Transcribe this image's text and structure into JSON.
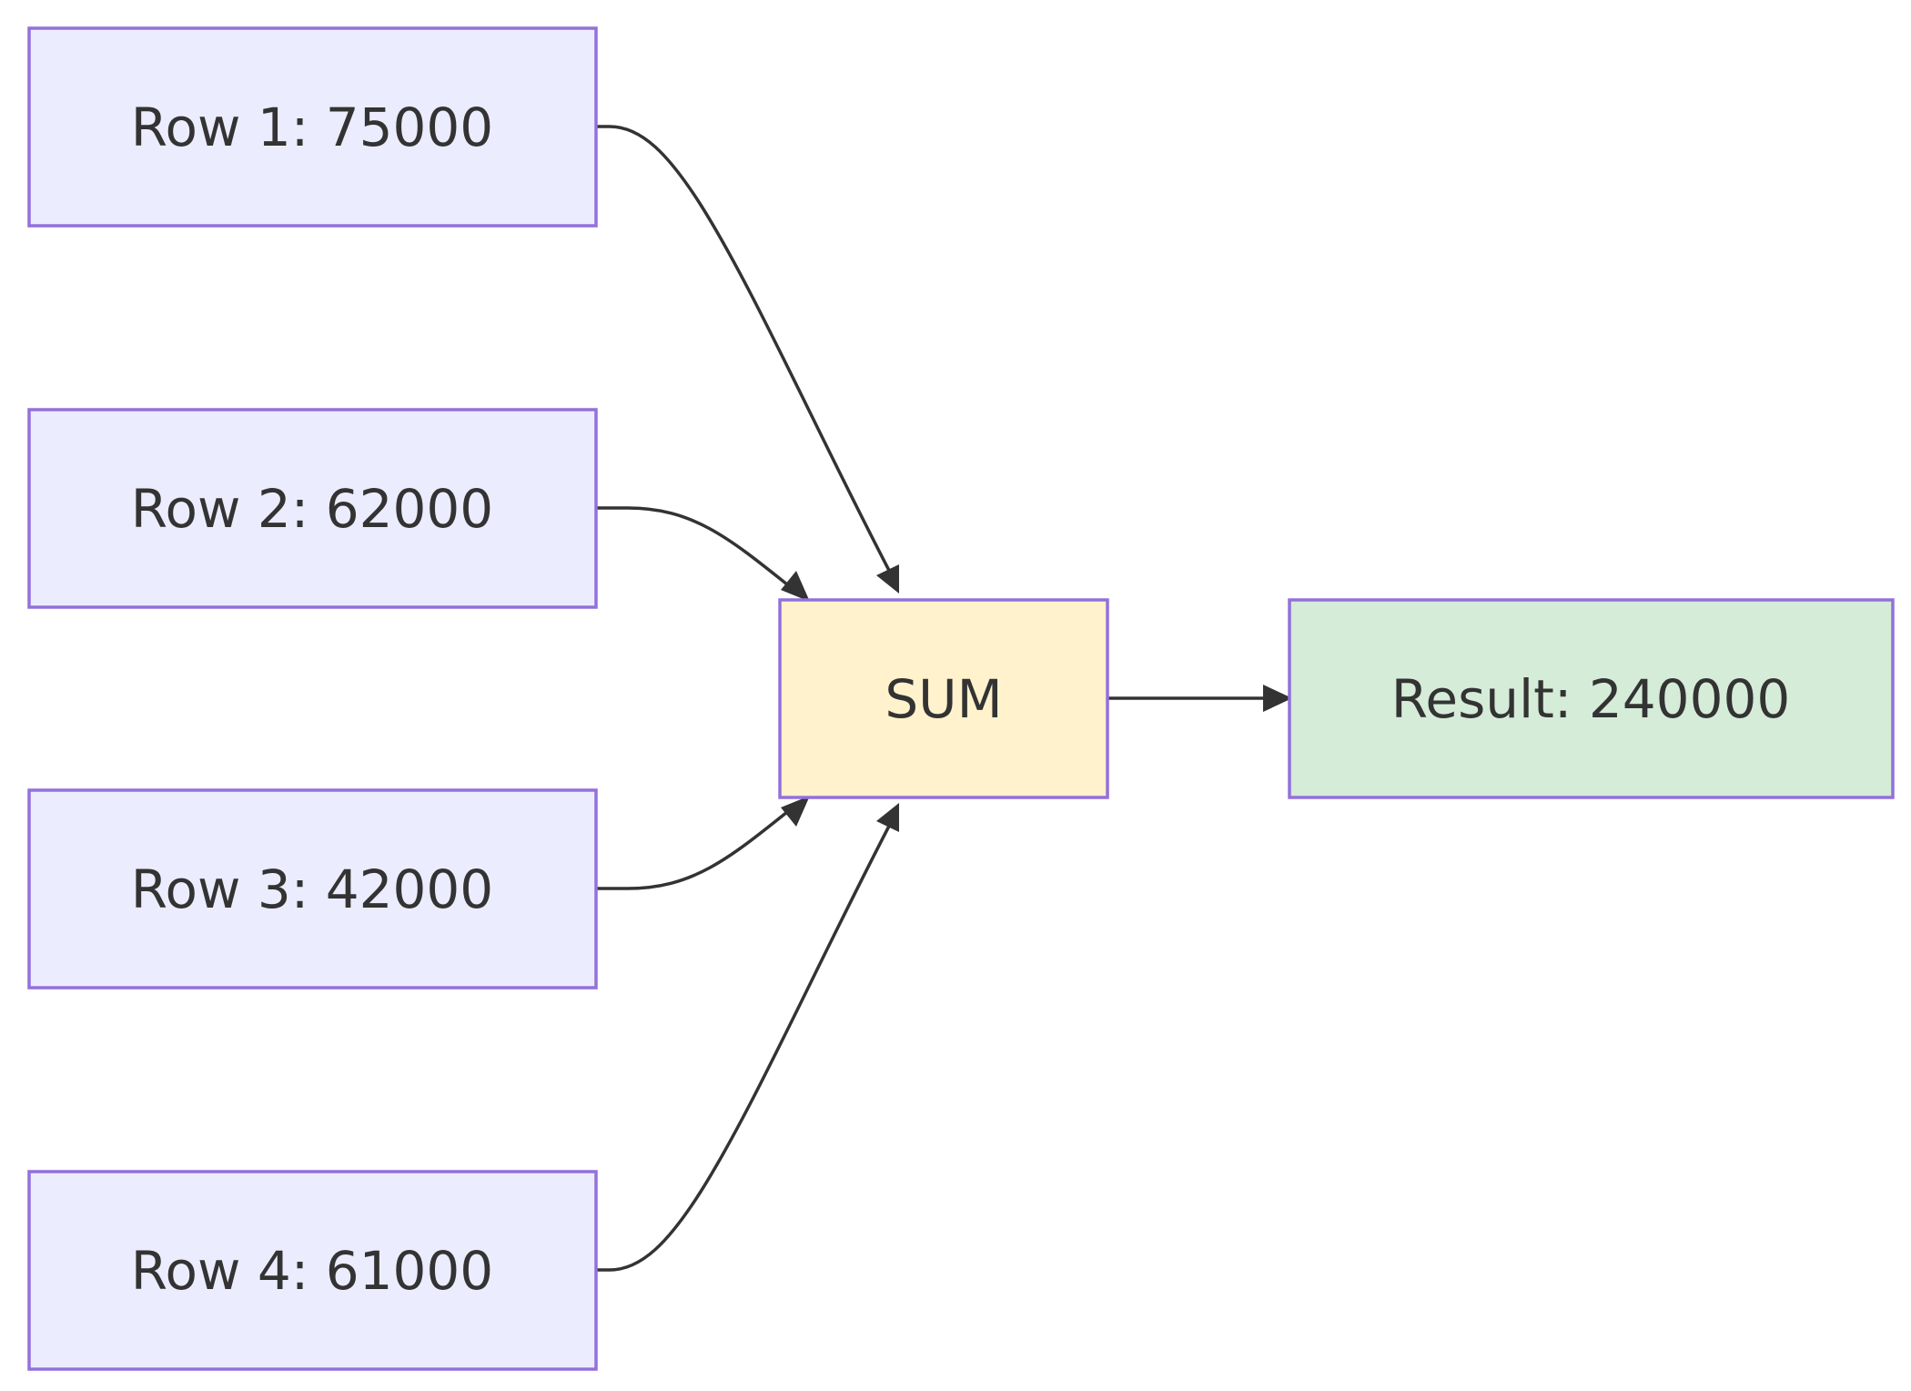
{
  "nodes": [
    {
      "id": "row1",
      "label": "Row 1: 75000",
      "fill": "#ececff",
      "stroke": "#9370db"
    },
    {
      "id": "row2",
      "label": "Row 2: 62000",
      "fill": "#ececff",
      "stroke": "#9370db"
    },
    {
      "id": "row3",
      "label": "Row 3: 42000",
      "fill": "#ececff",
      "stroke": "#9370db"
    },
    {
      "id": "row4",
      "label": "Row 4: 61000",
      "fill": "#ececff",
      "stroke": "#9370db"
    },
    {
      "id": "sum",
      "label": "SUM",
      "fill": "#fff2cc",
      "stroke": "#9370db"
    },
    {
      "id": "result",
      "label": "Result: 240000",
      "fill": "#d5ecd9",
      "stroke": "#9370db"
    }
  ],
  "edges": [
    {
      "from": "row1",
      "to": "sum"
    },
    {
      "from": "row2",
      "to": "sum"
    },
    {
      "from": "row3",
      "to": "sum"
    },
    {
      "from": "row4",
      "to": "sum"
    },
    {
      "from": "sum",
      "to": "result"
    }
  ],
  "colors": {
    "edge": "#333333",
    "text": "#333333"
  }
}
